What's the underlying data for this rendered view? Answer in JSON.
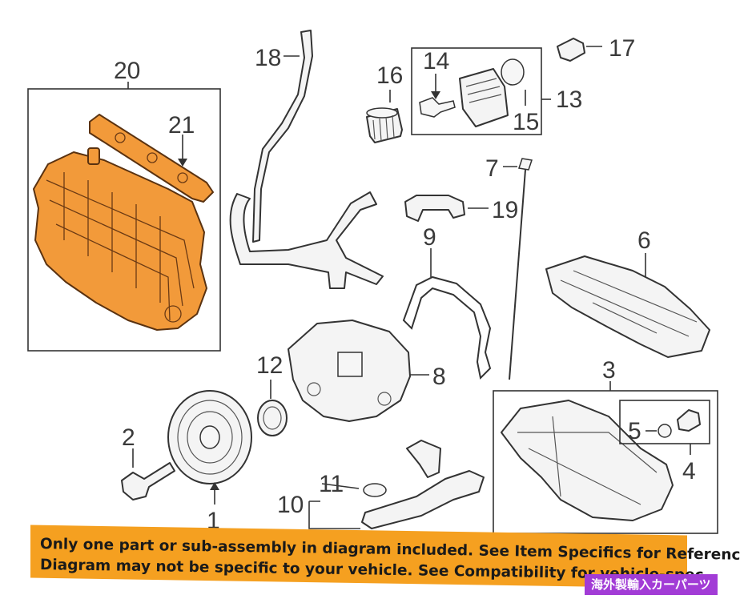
{
  "labels": {
    "l1": "1",
    "l2": "2",
    "l3": "3",
    "l4": "4",
    "l5": "5",
    "l6": "6",
    "l7": "7",
    "l8": "8",
    "l9": "9",
    "l10": "10",
    "l11": "11",
    "l12": "12",
    "l13": "13",
    "l14": "14",
    "l15": "15",
    "l16": "16",
    "l17": "17",
    "l18": "18",
    "l19": "19",
    "l20": "20",
    "l21": "21"
  },
  "banner": {
    "line1": "Only one part or sub-assembly in diagram included. See Item Specifics for Reference #.",
    "line2": "Diagram may not be specific to your vehicle. See Compatibility for vehicle-spec",
    "shop_tag": "海外製輸入カーパーツ"
  },
  "colors": {
    "highlight": "#f29a3a",
    "banner": "#f5a020",
    "shop_tag": "#a23cd6"
  }
}
